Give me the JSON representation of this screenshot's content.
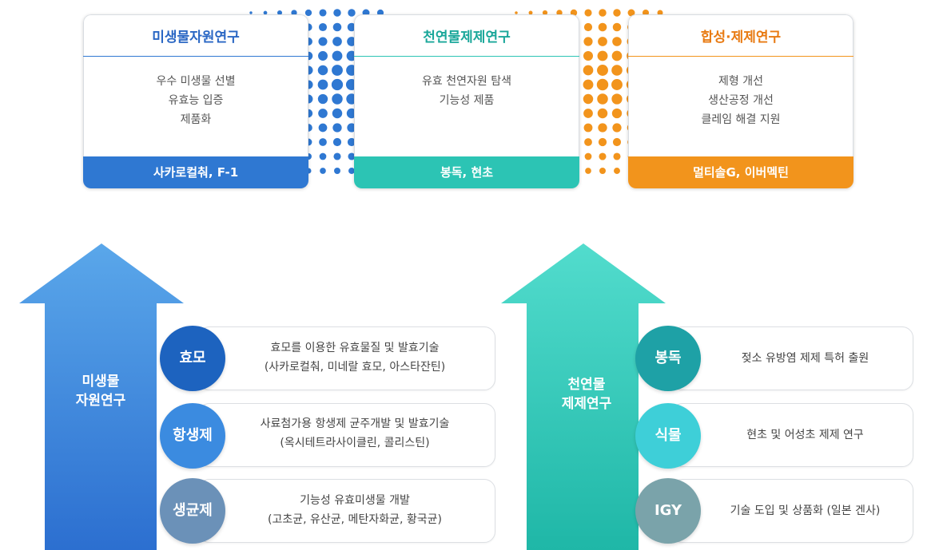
{
  "top_cards": [
    {
      "title": "미생물자원연구",
      "lines": [
        "우수 미생물 선별",
        "유효능 입증",
        "제품화"
      ],
      "footer": "사카로컬춰, F-1"
    },
    {
      "title": "천연물제제연구",
      "lines": [
        "유효 천연자원 탐색",
        "기능성 제품"
      ],
      "footer": "봉독, 현초"
    },
    {
      "title": "합성·제제연구",
      "lines": [
        "제형 개선",
        "생산공정 개선",
        "클레임 해결 지원"
      ],
      "footer": "멀티솔G, 이버멕틴"
    }
  ],
  "left_arrow": {
    "label_line1": "미생물",
    "label_line2": "자원연구"
  },
  "right_arrow": {
    "label_line1": "천연물",
    "label_line2": "제제연구"
  },
  "left_rows": [
    {
      "badge": "효모",
      "line1": "효모를 이용한 유효물질 및 발효기술",
      "line2": "(사카로컬춰, 미네랄 효모, 아스타잔틴)"
    },
    {
      "badge": "항생제",
      "line1": "사료첨가용 항생제 균주개발 및 발효기술",
      "line2": "(옥시테트라사이클린, 콜리스틴)"
    },
    {
      "badge": "생균제",
      "line1": "기능성 유효미생물 개발",
      "line2": "(고초균, 유산균, 메탄자화균, 황국균)"
    }
  ],
  "right_rows": [
    {
      "badge": "봉독",
      "line1": "젖소 유방염 제제 특허 출원"
    },
    {
      "badge": "식물",
      "line1": "현초 및 어성초 제제 연구"
    },
    {
      "badge": "IGY",
      "line1": "기술 도입 및 상품화 (일본 겐사)"
    }
  ],
  "colors": {
    "blue": "#2f78d2",
    "teal": "#2cc4b4",
    "orange": "#f2941c",
    "title_blue": "#2a67c4",
    "title_teal": "#1aa79a",
    "title_orange": "#e87a12"
  }
}
